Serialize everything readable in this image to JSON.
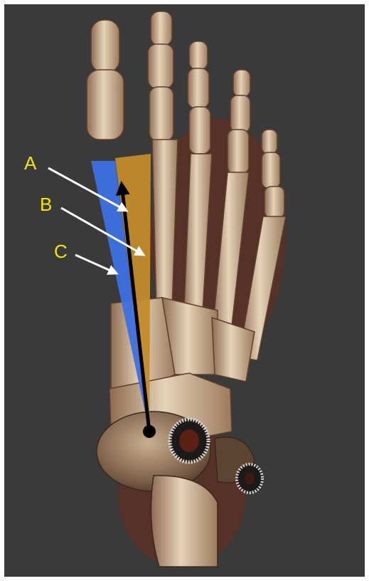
{
  "figure": {
    "labels": {
      "a": "A",
      "b": "B",
      "c": "C"
    },
    "colors": {
      "background": "#3a3a3a",
      "bone": "#d8c3a6",
      "bone_shadow": "#8e6b52",
      "tissue": "#9a3a22",
      "wedge_blue": "#3d70e0",
      "wedge_gold": "#c38b2a",
      "axis_line": "#000000",
      "arrows": "#ffffff",
      "label_text": "#f2e600"
    }
  }
}
